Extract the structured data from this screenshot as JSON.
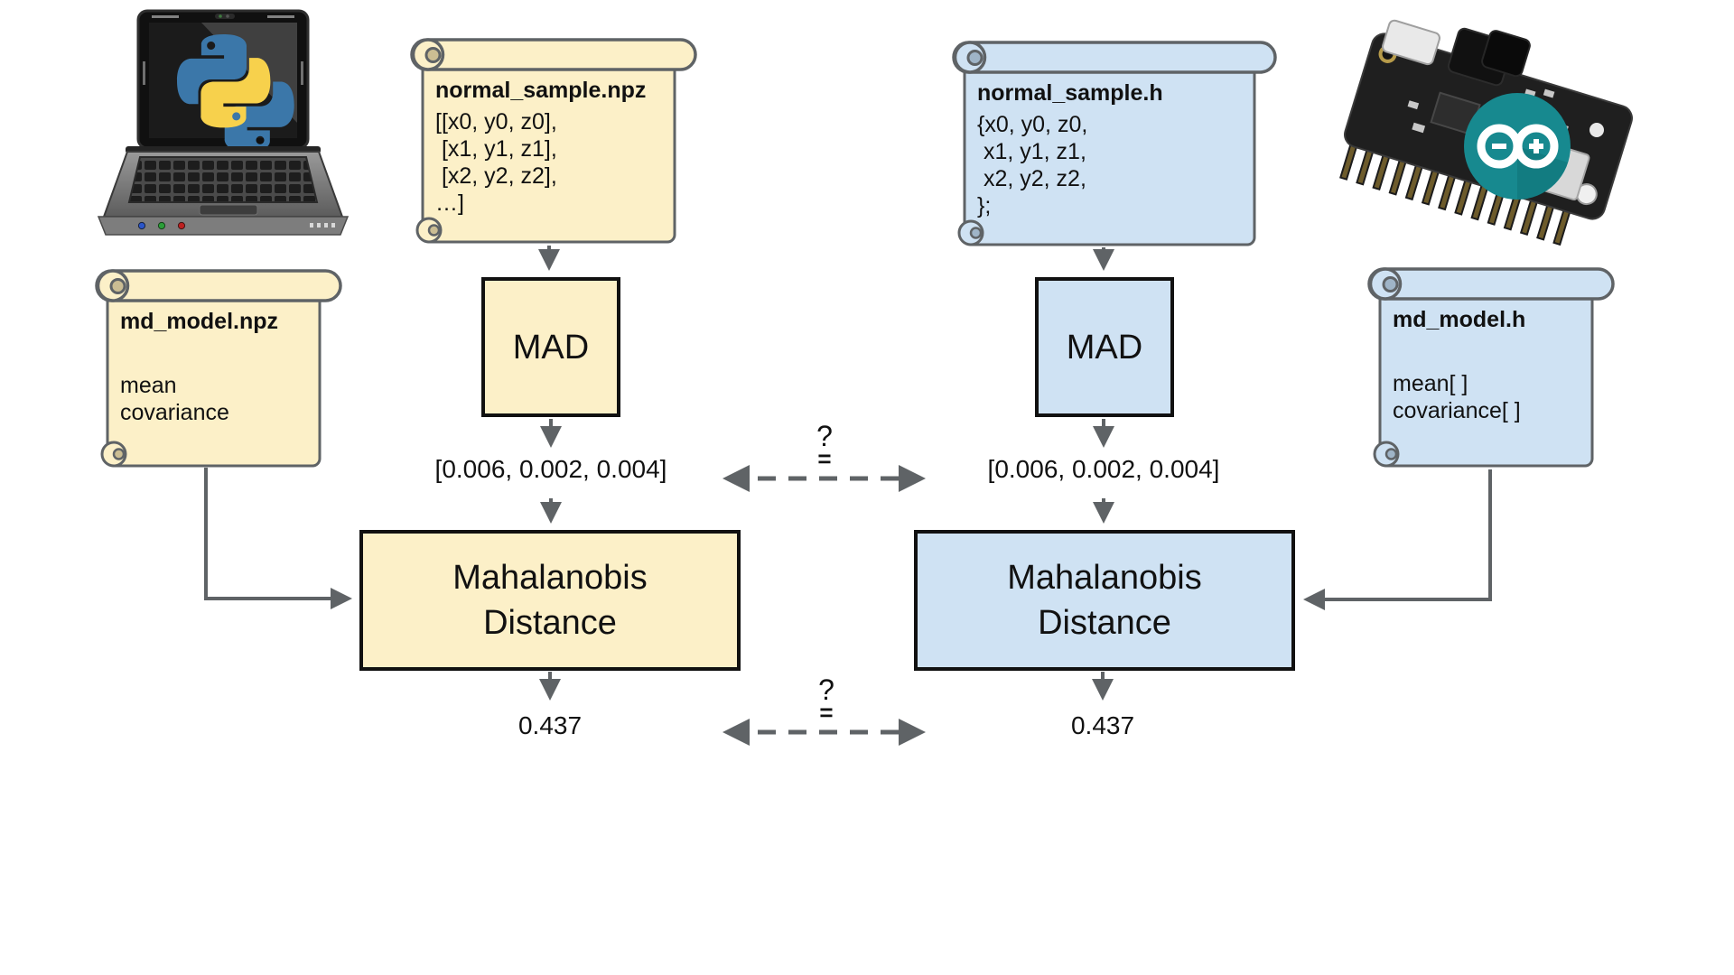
{
  "diagram": {
    "left": {
      "platform_icon": "python-laptop",
      "sample_scroll": {
        "title": "normal_sample.npz",
        "body": "[[x0, y0, z0],\n [x1, y1, z1],\n [x2, y2, z2],\n…]"
      },
      "model_scroll": {
        "title": "md_model.npz",
        "body": "\nmean\ncovariance"
      },
      "mad_label": "MAD",
      "mad_output": "[0.006, 0.002, 0.004]",
      "distance_label": "Mahalanobis\nDistance",
      "distance_output": "0.437"
    },
    "right": {
      "platform_icon": "arduino-feather-board",
      "sample_scroll": {
        "title": "normal_sample.h",
        "body": "{x0, y0, z0,\n x1, y1, z1,\n x2, y2, z2,\n};"
      },
      "model_scroll": {
        "title": "md_model.h",
        "body": "\nmean[ ]\ncovariance[ ]"
      },
      "mad_label": "MAD",
      "mad_output": "[0.006, 0.002, 0.004]",
      "distance_label": "Mahalanobis\nDistance",
      "distance_output": "0.437"
    },
    "comparison_top": {
      "question": "?",
      "equals": "="
    },
    "comparison_bottom": {
      "question": "?",
      "equals": "="
    }
  },
  "icons": {
    "python_logo": "python-logo",
    "arduino_logo": "arduino-infinity-logo"
  },
  "colors": {
    "python_side_fill": "#FCF0C8",
    "arduino_side_fill": "#CFE2F3",
    "outline_gray": "#5F6366",
    "arrow_gray": "#5F6366",
    "box_border": "#111111",
    "arduino_teal": "#17898F",
    "python_blue": "#3B77A9",
    "python_yellow": "#F7D14C"
  }
}
